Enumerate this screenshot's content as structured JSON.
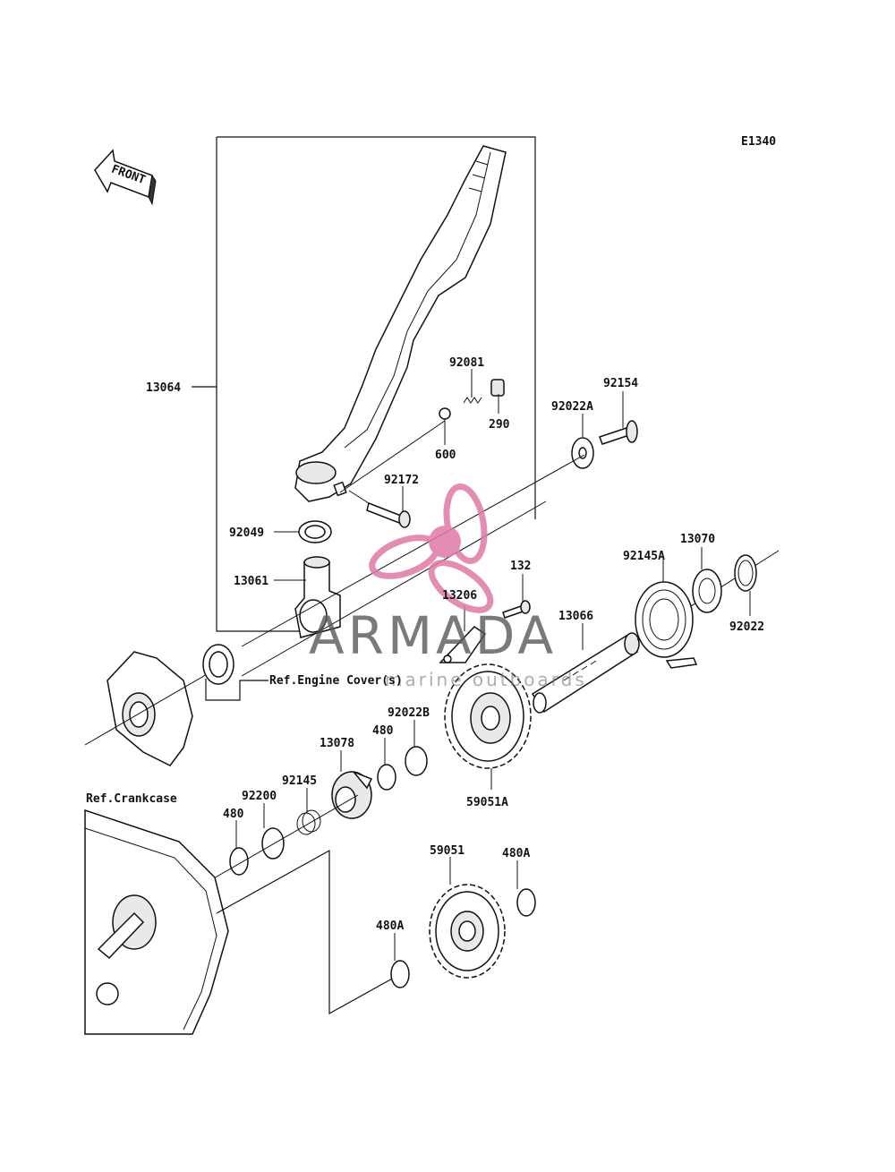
{
  "diagram_code": "E1340",
  "front_label": "FRONT",
  "watermark": {
    "brand": "ARMADA",
    "tagline": "marine outboards",
    "color": "#e07aa6"
  },
  "refs": {
    "engine_cover": "Ref.Engine Cover(s)",
    "crankcase": "Ref.Crankcase"
  },
  "parts": {
    "p13064": "13064",
    "p92081": "92081",
    "p290": "290",
    "p92154": "92154",
    "p92022A": "92022A",
    "p600": "600",
    "p92172": "92172",
    "p92049": "92049",
    "p13061": "13061",
    "p132": "132",
    "p13206": "13206",
    "p13070": "13070",
    "p92145A": "92145A",
    "p92022": "92022",
    "p13066": "13066",
    "p92022B": "92022B",
    "p480a": "480",
    "p13078": "13078",
    "p92145": "92145",
    "p92200": "92200",
    "p480b": "480",
    "p59051A": "59051A",
    "p59051": "59051",
    "p480A_1": "480A",
    "p480A_2": "480A"
  }
}
